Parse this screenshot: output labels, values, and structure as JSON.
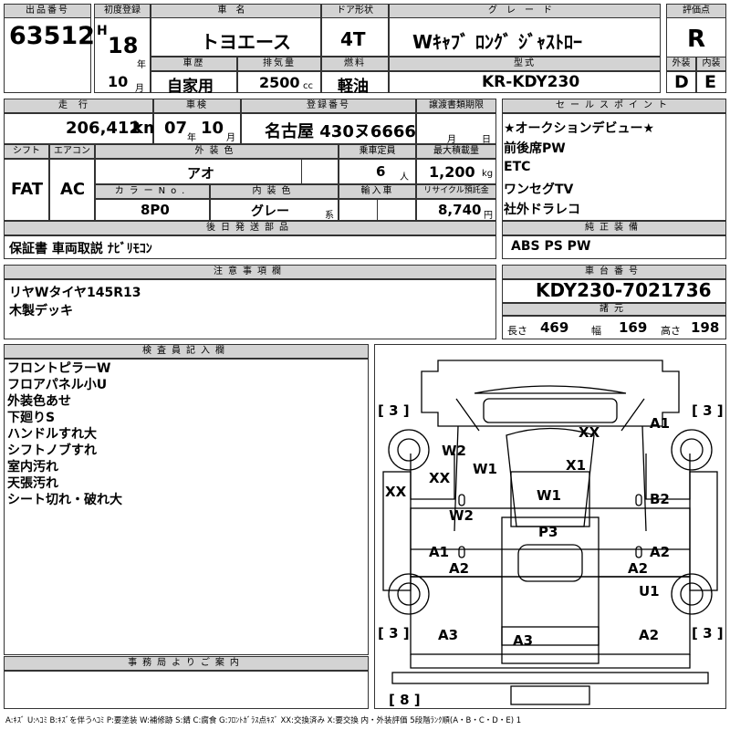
{
  "header": {
    "lot_no_label": "出品番号",
    "lot_no": "63512",
    "first_reg_label": "初度登録",
    "era": "H",
    "year": "18",
    "year_unit": "年",
    "month": "10",
    "month_unit": "月",
    "car_name_label": "車名",
    "car_name": "トヨエース",
    "door_label": "ドア形状",
    "door": "4T",
    "grade_label": "グレード",
    "grade": "Wｷｬﾌﾞ ﾛﾝｸﾞ ｼﾞｬｽﾄﾛｰ",
    "score_label": "評価点",
    "score": "R",
    "history_label": "車歴",
    "history": "自家用",
    "displacement_label": "排気量",
    "displacement": "2500",
    "displacement_unit": "cc",
    "fuel_label": "燃料",
    "fuel": "軽油",
    "model_label": "型式",
    "model": "KR-KDY230",
    "exterior_label": "外装",
    "exterior": "D",
    "interior_label": "内装",
    "interior": "E"
  },
  "row2": {
    "mileage_label": "走行",
    "mileage": "206,412",
    "mileage_unit": "km",
    "inspection_label": "車検",
    "insp_year": "07",
    "insp_year_unit": "年",
    "insp_month": "10",
    "insp_month_unit": "月",
    "reg_label": "登録番号",
    "reg_no": "名古屋 430ヌ6666",
    "transfer_label": "譲渡書類期限",
    "transfer_month": "月",
    "transfer_day": "日",
    "shift_label": "シフト",
    "shift": "FAT",
    "ac_label": "エアコン",
    "ac": "AC",
    "color_label": "外装色",
    "color": "アオ",
    "capacity_label": "乗車定員",
    "capacity": "6",
    "capacity_unit": "人",
    "load_label": "最大積載量",
    "load": "1,200",
    "load_unit": "kg",
    "color_no_label": "カラーNo.",
    "color_no": "8P0",
    "int_color_label": "内装色",
    "int_color": "グレー",
    "int_color_suffix": "系",
    "import_label": "輸入車",
    "recycle_label": "リサイクル預託金",
    "recycle": "8,740",
    "recycle_unit": "円"
  },
  "sales": {
    "label": "セールスポイント",
    "lines": [
      "★オークションデビュー★",
      "前後席PW",
      "ETC",
      "ワンセグTV",
      "社外ドラレコ"
    ]
  },
  "later": {
    "label": "後日発送部品",
    "text": "保証書 車両取説 ﾅﾋﾞﾘﾓｺﾝ"
  },
  "genuine": {
    "label": "純正装備",
    "text": "ABS PS PW"
  },
  "notes": {
    "label": "注意事項欄",
    "lines": [
      "リヤWタイヤ145R13",
      "木製デッキ"
    ]
  },
  "chassis": {
    "label": "車台番号",
    "value": "KDY230-7021736"
  },
  "specs": {
    "label": "諸元",
    "length_label": "長さ",
    "length": "469",
    "width_label": "幅",
    "width": "169",
    "height_label": "高さ",
    "height": "198"
  },
  "inspector": {
    "label": "検査員記入欄",
    "lines": [
      "フロントピラーW",
      "フロアパネル小U",
      "外装色あせ",
      "下廻りS",
      "ハンドルすれ大",
      "シフトノブすれ",
      "室内汚れ",
      "天張汚れ",
      "シート切れ・破れ大"
    ]
  },
  "office": {
    "label": "事務局よりご案内"
  },
  "diagram": {
    "tread": {
      "fl": "[ 3 ]",
      "fr": "[ 3 ]",
      "rl": "[ 3 ]",
      "rr": "[ 3 ]",
      "spare": "[ 8 ]"
    },
    "marks": [
      "XX",
      "A1",
      "W2",
      "W1",
      "X1",
      "XX",
      "XX",
      "W1",
      "B2",
      "W2",
      "P3",
      "A1",
      "A2",
      "A2",
      "A2",
      "U1",
      "A3",
      "A3",
      "A2"
    ]
  },
  "legend": "A:ｷｽﾞ U:ﾍｺﾐ B:ｷｽﾞを伴うﾍｺﾐ P:要塗装 W:補修跡 S:錆 C:腐食 G:ﾌﾛﾝﾄｶﾞﾗｽ点ｷｽﾞ XX:交換済み X:要交換 内・外装評価 5段階ﾗﾝｸ順(A・B・C・D・E) 1"
}
